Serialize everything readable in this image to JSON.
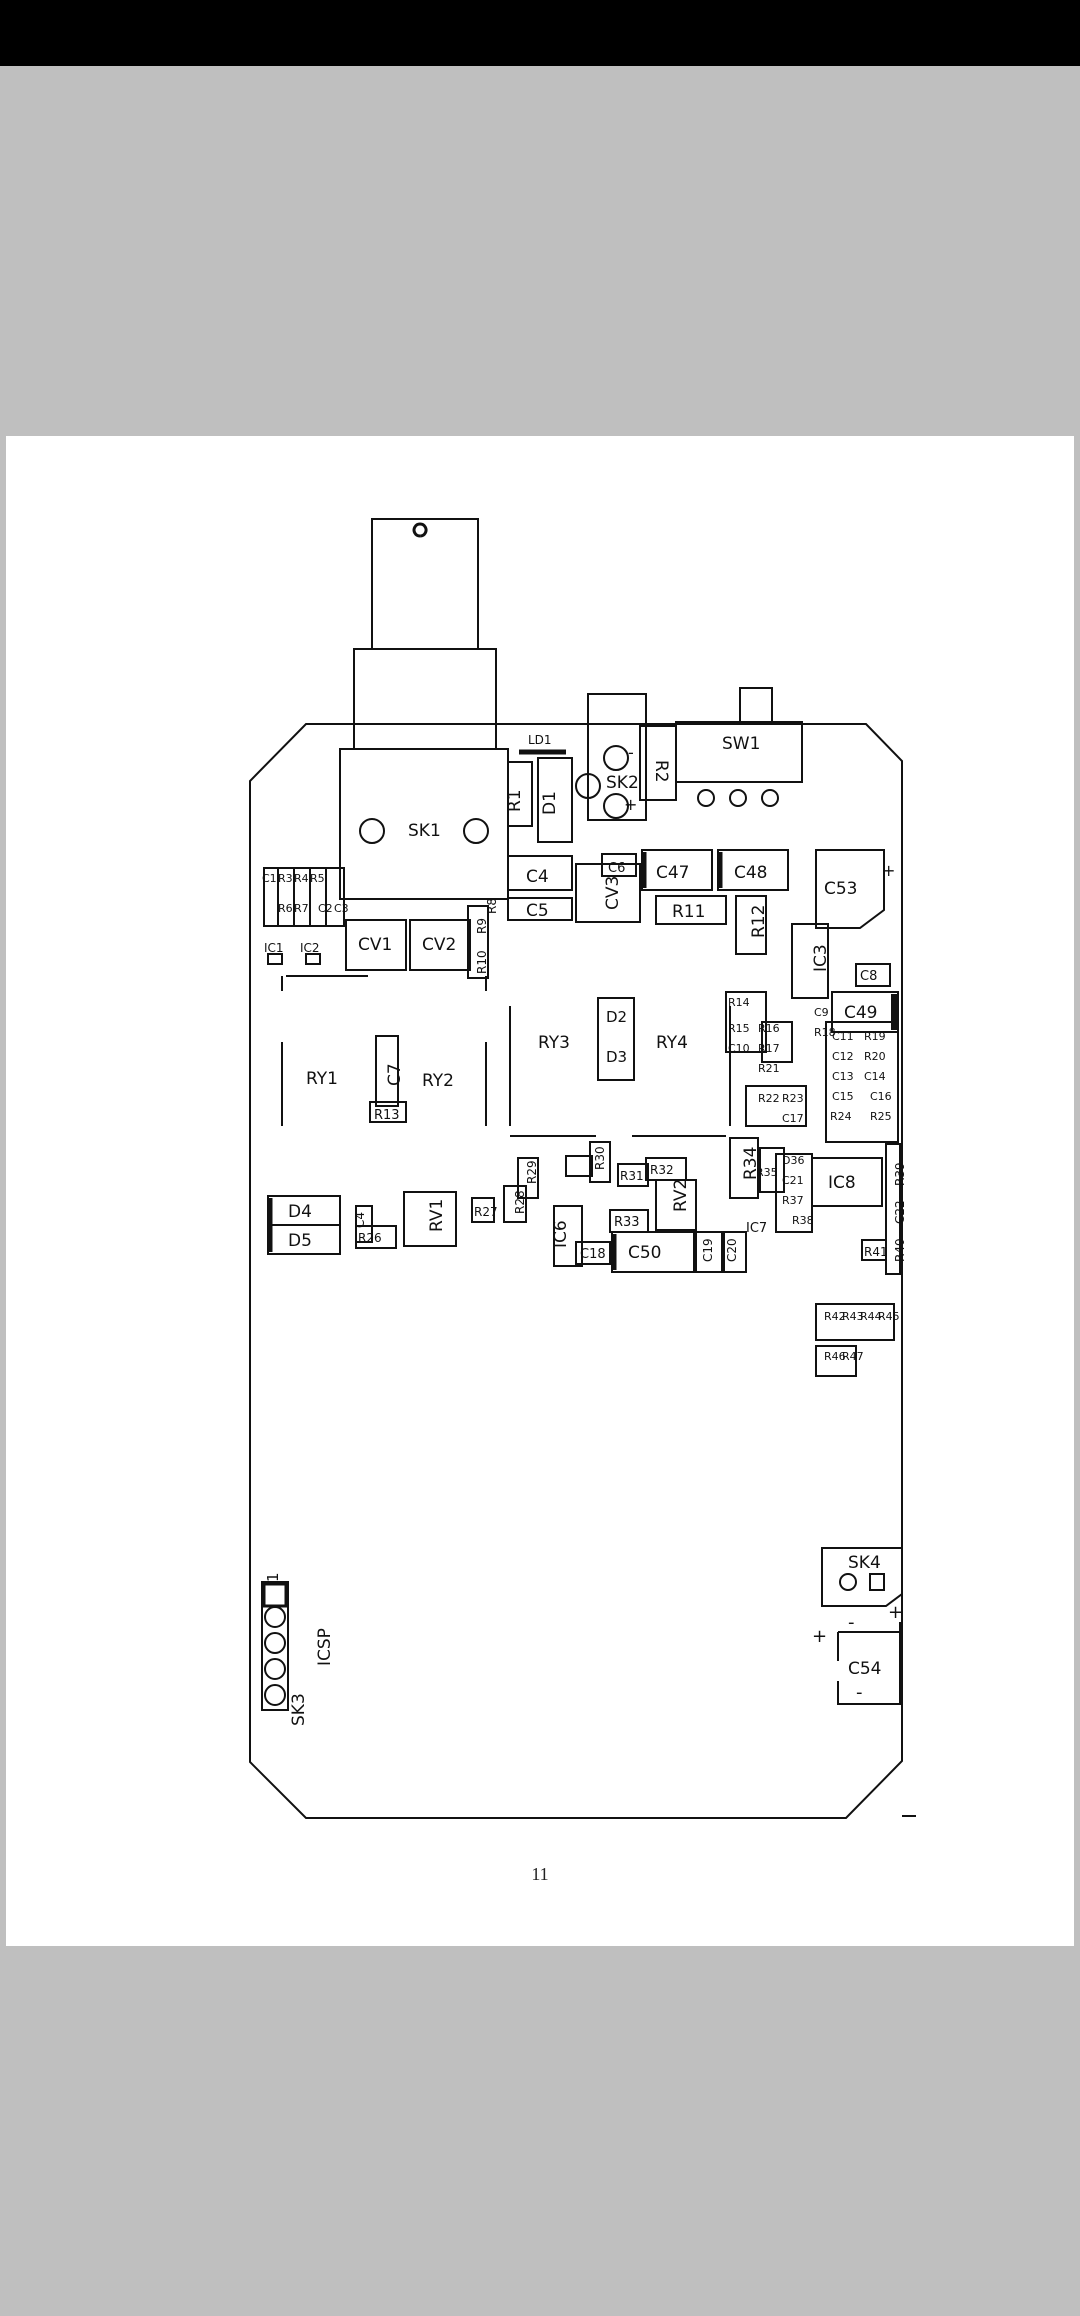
{
  "page_number": "11",
  "components": {
    "SK1": "SK1",
    "SK2": "SK2",
    "SW1": "SW1",
    "R1": "R1",
    "D1": "D1",
    "R2": "R2",
    "LD1": "LD1",
    "C4": "C4",
    "C5": "C5",
    "CV3": "CV3",
    "C6": "C6",
    "C47": "C47",
    "C48": "C48",
    "C53": "C53",
    "R11": "R11",
    "R12": "R12",
    "IC3": "IC3",
    "C8": "C8",
    "C49": "C49",
    "CV1": "CV1",
    "CV2": "CV2",
    "IC1": "IC1",
    "IC2": "IC2",
    "RY1": "RY1",
    "RY2": "RY2",
    "RY3": "RY3",
    "RY4": "RY4",
    "C7": "C7",
    "R13": "R13",
    "D2": "D2",
    "D3": "D3",
    "D4": "D4",
    "D5": "D5",
    "RV1": "RV1",
    "RV2": "RV2",
    "IC6": "IC6",
    "IC7": "IC7",
    "IC8": "IC8",
    "C50": "C50",
    "C18": "C18",
    "C19": "C19",
    "C20": "C20",
    "R34": "R34",
    "R33": "R33",
    "R26": "R26",
    "R27": "R27",
    "R28": "R28",
    "R29": "R29",
    "R30": "R30",
    "R31": "R31",
    "R32": "R32",
    "C4b": "C4",
    "SK3": "SK3",
    "ICSP": "ICSP",
    "SK4": "SK4",
    "C54": "C54",
    "R41": "R41",
    "R40": "R40",
    "C22": "C22",
    "R39": "R39",
    "pin1": "1",
    "R10": "R10",
    "R9": "R9",
    "R8": "R8"
  },
  "small_labels": [
    "R14",
    "R15",
    "R16",
    "R17",
    "C10",
    "R21",
    "R18",
    "C9",
    "C11",
    "R19",
    "C12",
    "R20",
    "C13",
    "C14",
    "C15",
    "C16",
    "R24",
    "R25",
    "R22",
    "R23",
    "C17",
    "R35",
    "D36",
    "C21",
    "R37",
    "R38",
    "R42",
    "R43",
    "R44",
    "R45",
    "R46",
    "R47",
    "C1",
    "R3",
    "R4",
    "R5",
    "R6",
    "R7",
    "C2",
    "C3"
  ]
}
